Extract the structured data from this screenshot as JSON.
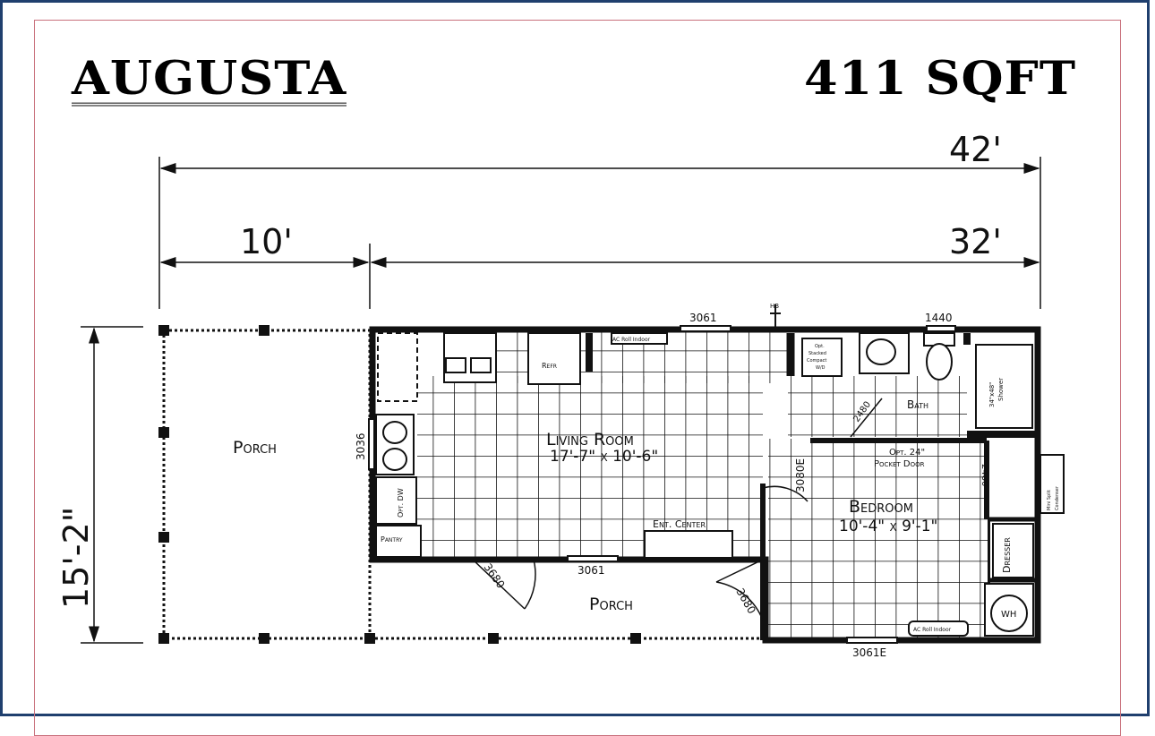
{
  "title": "AUGUSTA",
  "area": "411 SQFT",
  "dimensions": {
    "overall_length": "42'",
    "porch_length": "10'",
    "house_length": "32'",
    "width": "15'-2\""
  },
  "rooms": {
    "side_porch": "Porch",
    "front_porch": "Porch",
    "living_room": {
      "name": "Living Room",
      "size": "17'-7\" x 10'-6\""
    },
    "bedroom": {
      "name": "Bedroom",
      "size": "10'-4\" x 9'-1\""
    },
    "bath": "Bath"
  },
  "fixtures": {
    "refrigerator": "Refr",
    "pantry": "Pantry",
    "dishwasher": "Opt. DW",
    "ent_center": "Ent. Center",
    "washer_dryer": [
      "Opt.",
      "Stacked",
      "Compact",
      "W/D"
    ],
    "shower": [
      "34\"x48\"",
      "Shower"
    ],
    "pocket_door": [
      "Opt. 24\"",
      "Pocket Door"
    ],
    "dresser": "Dresser",
    "water_heater": "WH",
    "hose_bib": "HB",
    "ac_living": "AC Roll Indoor",
    "ac_bedroom": "AC Roll Indoor",
    "mini_split": [
      "Mini Split",
      "Condenser"
    ]
  },
  "openings": {
    "window_kitchen": "3036",
    "window_top_living": "3061",
    "window_bath": "1440",
    "window_front_living": "3061",
    "door_front": "3680",
    "door_bedroom_ext": "3680",
    "bedroom_entry": "3080E",
    "bath_door": "2480",
    "closet_door": "2480",
    "window_bedroom": "3061E"
  },
  "colors": {
    "frame": "#1f3f6e",
    "inner_border": "#c9717d",
    "ink": "#111111"
  }
}
